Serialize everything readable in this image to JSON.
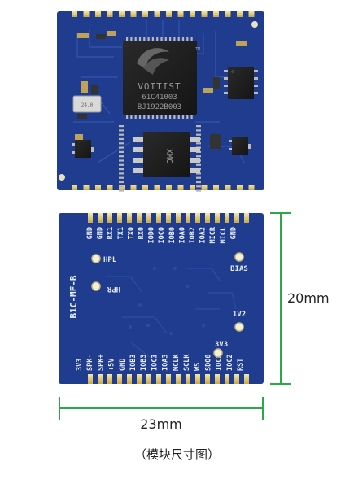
{
  "top_board": {
    "chip_brand": "VOITIST",
    "chip_line1": "61C41003",
    "chip_line2": "BJ1922B003",
    "chip_tm": "TM",
    "flash_brand": "XMC",
    "crystal_mark": "24.0"
  },
  "bottom_board": {
    "model_label": "B1C-MF-B",
    "top_pins": [
      "GND",
      "GND",
      "RX1",
      "TX1",
      "TX0",
      "RX0",
      "IOD0",
      "IOC0",
      "IOB0",
      "IOA0",
      "IOB2",
      "IOA2",
      "MICR",
      "MICL",
      "GND"
    ],
    "bottom_pins": [
      "3V3",
      "SPK-",
      "SPK+",
      "+5V",
      "GND",
      "IOB3",
      "IOB3",
      "IOC3",
      "IOA3",
      "MCLK",
      "SCLK",
      "WS",
      "SDO0",
      "IOC2",
      "IOC2",
      "RST"
    ],
    "pad_labels": {
      "hpl": "HPL",
      "hpr": "HPR",
      "bias": "BIAS",
      "v12": "1V2",
      "v33": "3V3"
    }
  },
  "dimensions": {
    "height": "20mm",
    "width": "23mm"
  },
  "caption": "（模块尺寸图）",
  "colors": {
    "pcb": "#1f3c8e",
    "pcb_dark": "#17306f",
    "dimension_line": "#2aa84a"
  }
}
